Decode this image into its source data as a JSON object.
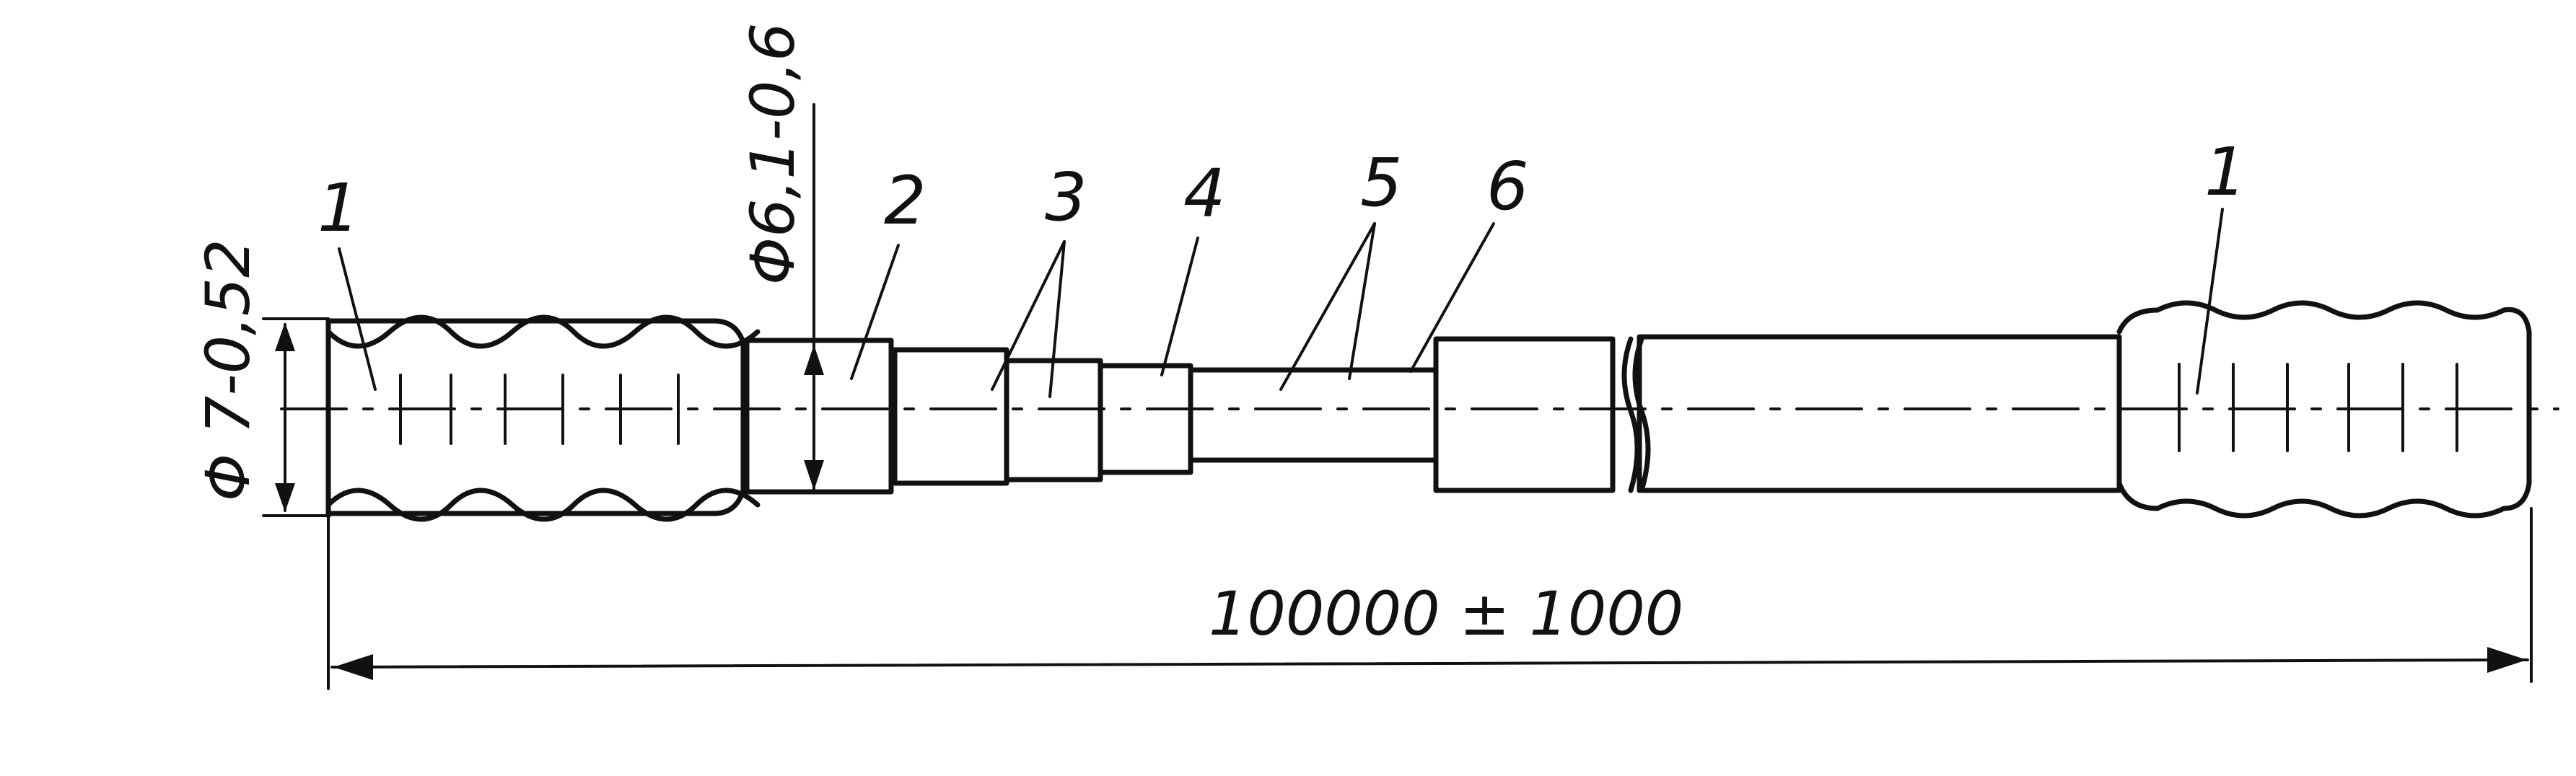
{
  "drawing": {
    "part_labels": [
      "1",
      "2",
      "3",
      "4",
      "5",
      "6",
      "1"
    ],
    "dim_outer_diameter": "Φ 7-0,52",
    "dim_inner_diameter": "Φ6,1-0,6",
    "dim_length": "100000 ± 1000",
    "colors": {
      "ink": "#111111",
      "paper": "#ffffff"
    }
  }
}
